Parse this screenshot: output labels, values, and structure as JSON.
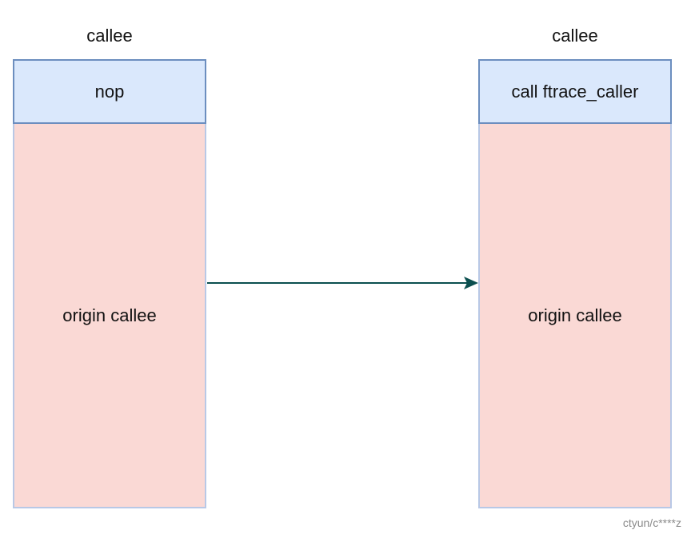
{
  "diagram": {
    "left": {
      "title": "callee",
      "head_text": "nop",
      "body_text": "origin callee"
    },
    "right": {
      "title": "callee",
      "head_text": "call ftrace_caller",
      "body_text": "origin callee"
    },
    "colors": {
      "head_fill": "#dae8fc",
      "head_border": "#6c8ebf",
      "body_fill": "#fad9d5",
      "arrow": "#0b4f4f"
    }
  },
  "watermark": "ctyun/c****z"
}
